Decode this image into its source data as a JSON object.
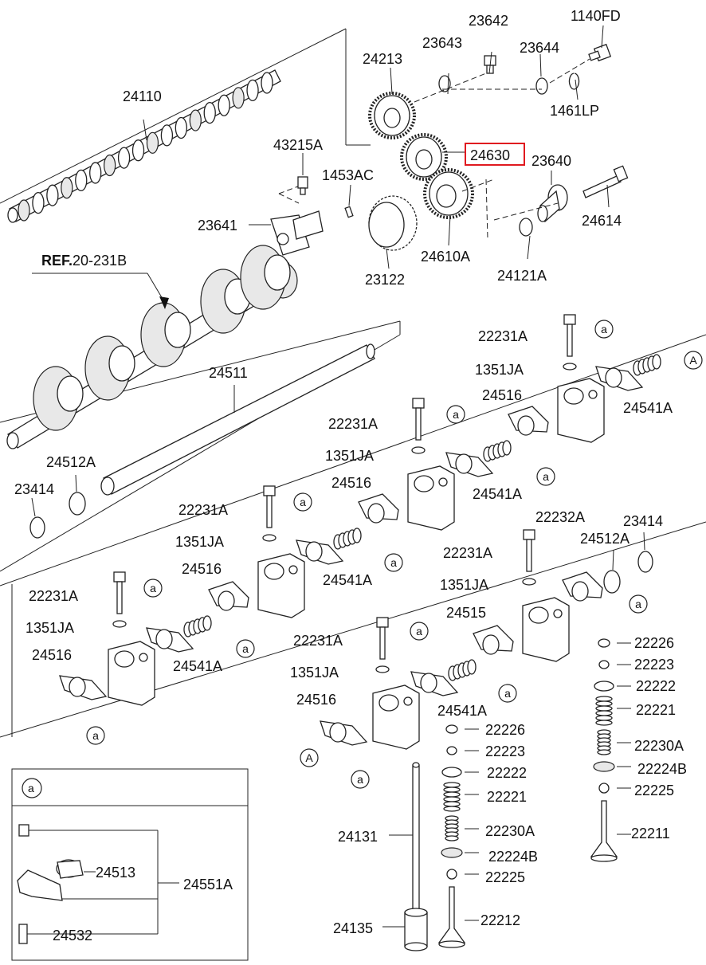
{
  "highlight_color": "#e0191f",
  "labels": {
    "l24110": "24110",
    "l43215A": "43215A",
    "l24213": "24213",
    "l23643": "23643",
    "l23642": "23642",
    "l23644": "23644",
    "l1140FD": "1140FD",
    "l1461LP": "1461LP",
    "l24630": "24630",
    "l23640": "23640",
    "l1453AC": "1453AC",
    "l23641": "23641",
    "l24614": "24614",
    "l24610A": "24610A",
    "l24121A": "24121A",
    "l23122": "23122",
    "ref_bold": "REF.",
    "ref_rest": "20-231B",
    "l24511": "24511",
    "l24512A_a": "24512A",
    "l23414_a": "23414",
    "l22231A_1": "22231A",
    "l1351JA_1": "1351JA",
    "l24516_1": "24516",
    "l24541A_1": "24541A",
    "l22231A_2": "22231A",
    "l1351JA_2": "1351JA",
    "l24516_2": "24516",
    "l24541A_2": "24541A",
    "l22231A_3": "22231A",
    "l1351JA_3": "1351JA",
    "l24516_3": "24516",
    "l24541A_3": "24541A",
    "l22231A_4": "22231A",
    "l1351JA_4": "1351JA",
    "l24516_4": "24516",
    "l24541A_4": "24541A",
    "l22231A_5": "22231A",
    "l1351JA_5": "1351JA",
    "l24516_5": "24516",
    "l24541A_5": "24541A",
    "l22232A": "22232A",
    "l23414_b": "23414",
    "l24512A_b": "24512A",
    "l22231A_6": "22231A",
    "l1351JA_6": "1351JA",
    "l24515": "24515",
    "l22226_a": "22226",
    "l22223_a": "22223",
    "l22222_a": "22222",
    "l22221_a": "22221",
    "l22230A_a": "22230A",
    "l22224B_a": "22224B",
    "l22225_a": "22225",
    "l22211": "22211",
    "l22226_b": "22226",
    "l22223_b": "22223",
    "l22222_b": "22222",
    "l22221_b": "22221",
    "l22230A_b": "22230A",
    "l22224B_b": "22224B",
    "l22225_b": "22225",
    "l22212": "22212",
    "l24131": "24131",
    "l24135": "24135",
    "l24513": "24513",
    "l24551A": "24551A",
    "l24532": "24532"
  },
  "callouts": {
    "a": "a",
    "A": "A"
  },
  "inset": {
    "tag": "a"
  }
}
